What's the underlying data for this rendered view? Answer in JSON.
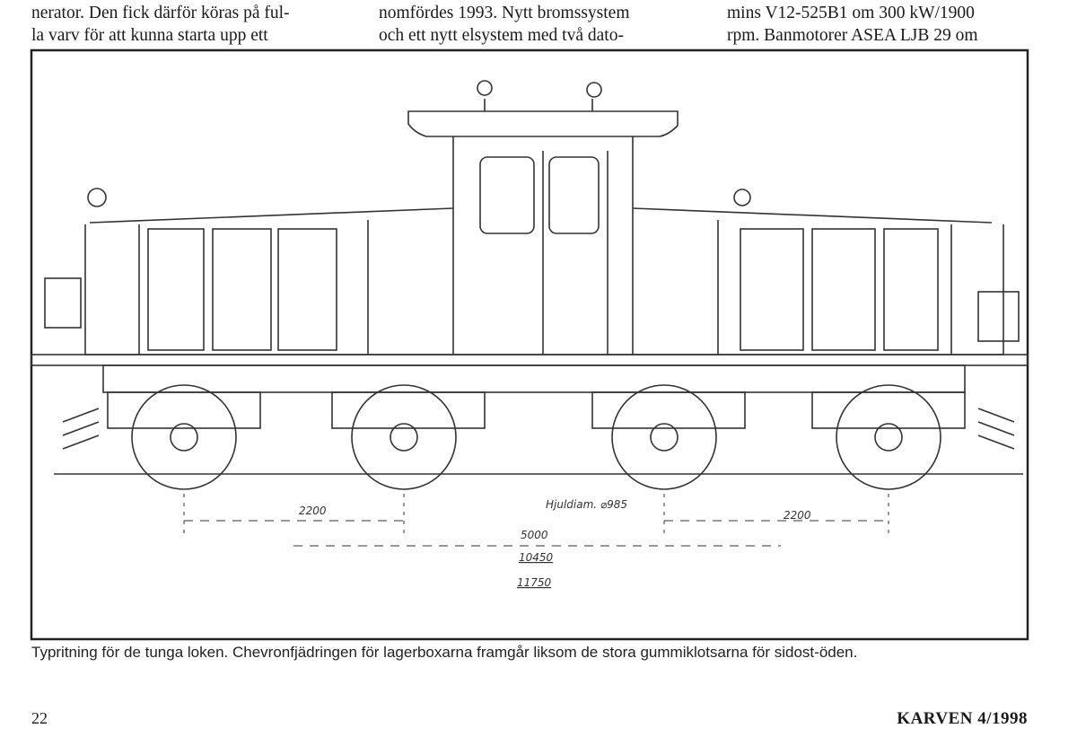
{
  "article_columns": [
    {
      "lines": [
        "nerator. Den fick därför köras på ful-",
        "la varv för att kunna starta upp ett"
      ]
    },
    {
      "lines": [
        "nomfördes 1993. Nytt bromssystem",
        "och ett nytt elsystem med två dato-"
      ]
    },
    {
      "lines": [
        "mins V12-525B1 om 300 kW/1900",
        "rpm. Banmotorer ASEA LJB 29 om"
      ]
    }
  ],
  "drawing": {
    "dimensions": {
      "bogie_wheelbase_left": "2200",
      "bogie_wheelbase_right": "2200",
      "wheel_diameter": "Hjuldiam. ⌀985",
      "bogie_centers": "5000",
      "length_over_frame": "10450",
      "length_over_buffers": "11750"
    }
  },
  "caption": "Typritning för de tunga loken. Chevronfjädringen för lagerboxarna framgår liksom de stora gummiklotsarna för sidost-öden.",
  "footer": {
    "page_number": "22",
    "magazine": "KARVEN 4/1998"
  }
}
